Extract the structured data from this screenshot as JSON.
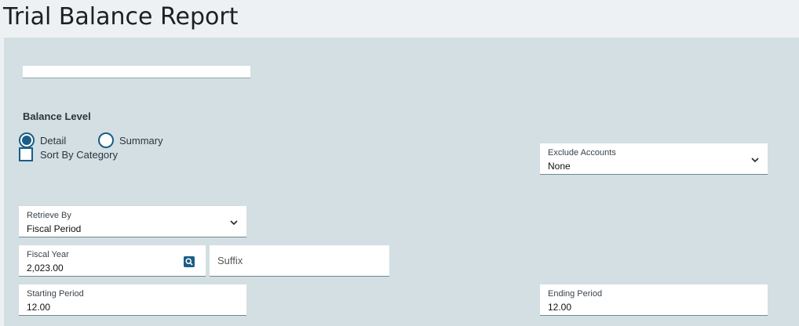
{
  "header": {
    "title": "Trial Balance Report"
  },
  "balance_level": {
    "label": "Balance Level",
    "options": [
      {
        "label": "Detail",
        "selected": true
      },
      {
        "label": "Summary",
        "selected": false
      }
    ]
  },
  "sort_by_category": {
    "label": "Sort By Category",
    "checked": false
  },
  "exclude_accounts": {
    "label": "Exclude Accounts",
    "value": "None"
  },
  "retrieve_by": {
    "label": "Retrieve By",
    "value": "Fiscal Period"
  },
  "fiscal_year": {
    "label": "Fiscal Year",
    "value": "2,023.00"
  },
  "suffix": {
    "placeholder": "Suffix"
  },
  "starting_period": {
    "label": "Starting Period",
    "value": "12.00"
  },
  "ending_period": {
    "label": "Ending Period",
    "value": "12.00"
  },
  "colors": {
    "accent": "#1a5d87",
    "panel": "#d3dfe2",
    "header": "#eef1f3"
  },
  "icons": {
    "dropdown": "chevron-down-icon",
    "lookup": "search-lookup-icon"
  }
}
